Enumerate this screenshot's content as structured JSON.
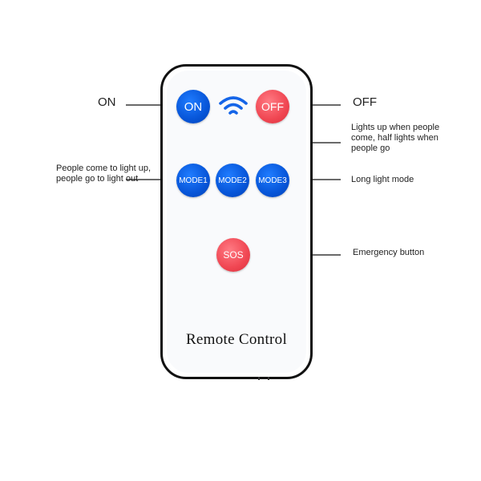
{
  "remote": {
    "brand_label": "Remote Control",
    "buttons": {
      "on": "ON",
      "off": "OFF",
      "mode1": "MODE1",
      "mode2": "MODE2",
      "mode3": "MODE3",
      "sos": "SOS"
    },
    "icons": {
      "signal": "wifi-signal-icon"
    },
    "colors": {
      "blue_button": "#0755d8",
      "red_button": "#f04652",
      "body_outline": "#111111"
    }
  },
  "callouts": {
    "on": "ON",
    "off": "OFF",
    "mode1": "People come to light up, people go to light out",
    "mode2": "Lights up when people come, half lights when people go",
    "mode3": "Long light mode",
    "sos": "Emergency button"
  }
}
